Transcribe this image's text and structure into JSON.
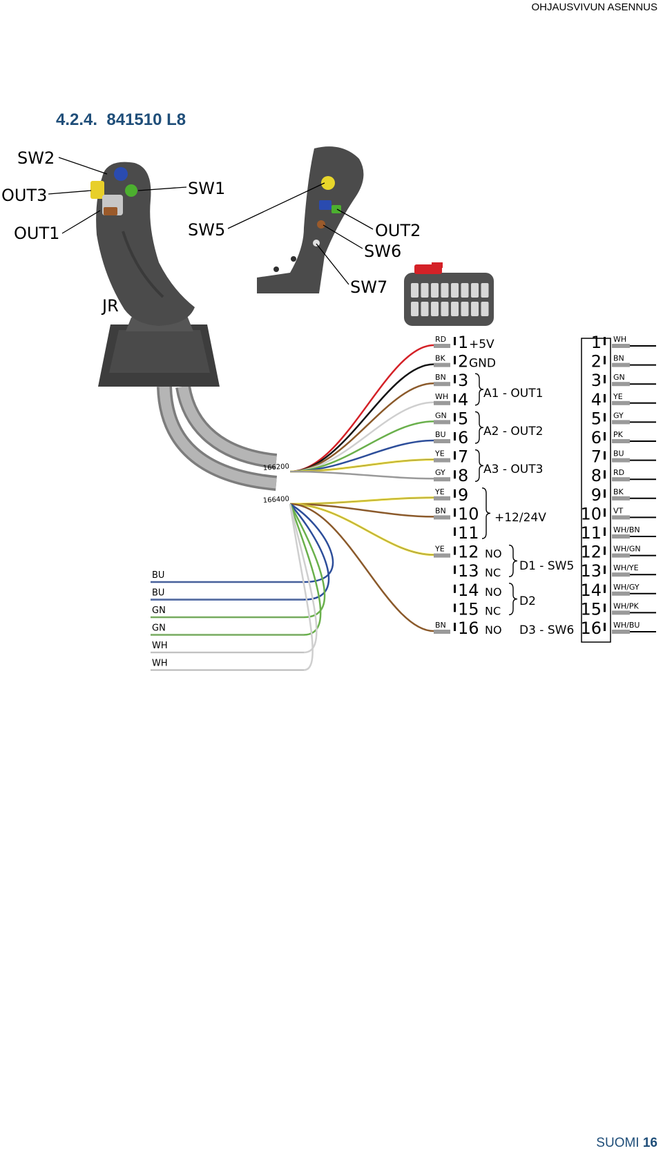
{
  "header": {
    "title": "OHJAUSVIVUN ASENNUS"
  },
  "section": {
    "number": "4.2.4.",
    "title": "841510 L8"
  },
  "footer": {
    "language": "SUOMI",
    "page": "16"
  },
  "callouts": {
    "sw2": "SW2",
    "out3": "OUT3",
    "out1": "OUT1",
    "sw1": "SW1",
    "jr": "JR",
    "sw5": "SW5",
    "out2": "OUT2",
    "sw6": "SW6",
    "sw7": "SW7"
  },
  "cables": {
    "upper": "166200",
    "lower": "166400"
  },
  "colors": {
    "RD": "#d42127",
    "BK": "#141414",
    "BN": "#8b5a2b",
    "WH": "#cfcfcf",
    "GN": "#6ab04c",
    "BU": "#2d4e9a",
    "YE": "#e8d62b",
    "GY": "#9a9a9a",
    "section": "#1f4e79",
    "body": "#555555"
  },
  "pins": [
    {
      "num": "1",
      "wire": "RD",
      "label": "+5V",
      "group": ""
    },
    {
      "num": "2",
      "wire": "BK",
      "label": "GND",
      "group": ""
    },
    {
      "num": "3",
      "wire": "BN",
      "label": "",
      "group": ""
    },
    {
      "num": "4",
      "wire": "WH",
      "label": "",
      "group": ""
    },
    {
      "num": "5",
      "wire": "GN",
      "label": "",
      "group": ""
    },
    {
      "num": "6",
      "wire": "BU",
      "label": "",
      "group": ""
    },
    {
      "num": "7",
      "wire": "YE",
      "label": "",
      "group": ""
    },
    {
      "num": "8",
      "wire": "GY",
      "label": "",
      "group": ""
    },
    {
      "num": "9",
      "wire": "YE",
      "label": "",
      "group": ""
    },
    {
      "num": "10",
      "wire": "BN",
      "label": "",
      "group": ""
    },
    {
      "num": "11",
      "wire": "",
      "label": "",
      "group": ""
    },
    {
      "num": "12",
      "wire": "YE",
      "label": "NO",
      "group": ""
    },
    {
      "num": "13",
      "wire": "",
      "label": "NC",
      "group": ""
    },
    {
      "num": "14",
      "wire": "",
      "label": "NO",
      "group": ""
    },
    {
      "num": "15",
      "wire": "",
      "label": "NC",
      "group": ""
    },
    {
      "num": "16",
      "wire": "BN",
      "label": "NO",
      "group": "D3 - SW6"
    }
  ],
  "groups": {
    "a1": "A1 - OUT1",
    "a2": "A2 - OUT2",
    "a3": "A3 - OUT3",
    "power": "+12/24V",
    "d1": "D1 - SW5",
    "d2": "D2"
  },
  "loose_wires": [
    "BU",
    "BU",
    "GN",
    "GN",
    "WH",
    "WH"
  ],
  "connector_pins": [
    {
      "num": "1",
      "wire": "WH"
    },
    {
      "num": "2",
      "wire": "BN"
    },
    {
      "num": "3",
      "wire": "GN"
    },
    {
      "num": "4",
      "wire": "YE"
    },
    {
      "num": "5",
      "wire": "GY"
    },
    {
      "num": "6",
      "wire": "PK"
    },
    {
      "num": "7",
      "wire": "BU"
    },
    {
      "num": "8",
      "wire": "RD"
    },
    {
      "num": "9",
      "wire": "BK"
    },
    {
      "num": "10",
      "wire": "VT"
    },
    {
      "num": "11",
      "wire": "WH/BN"
    },
    {
      "num": "12",
      "wire": "WH/GN"
    },
    {
      "num": "13",
      "wire": "WH/YE"
    },
    {
      "num": "14",
      "wire": "WH/GY"
    },
    {
      "num": "15",
      "wire": "WH/PK"
    },
    {
      "num": "16",
      "wire": "WH/BU"
    }
  ]
}
